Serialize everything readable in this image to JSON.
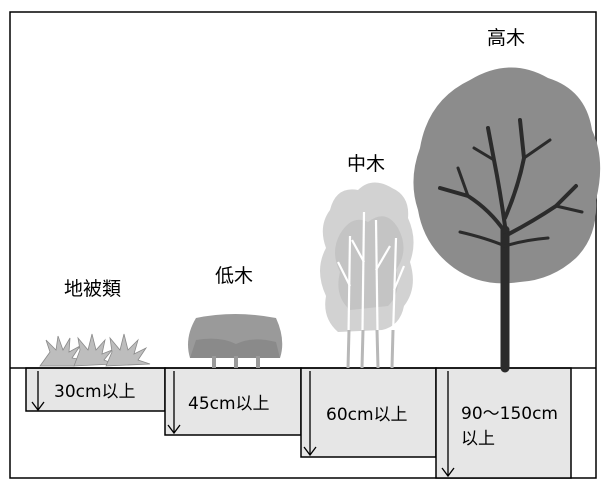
{
  "plants": [
    {
      "label": "地被類",
      "depth": "30cm以上"
    },
    {
      "label": "低木",
      "depth": "45cm以上"
    },
    {
      "label": "中木",
      "depth": "60cm以上"
    },
    {
      "label": "高木",
      "depth_line1": "90～150cm",
      "depth_line2": "以上"
    }
  ],
  "colors": {
    "ground_box": "#e6e6e6",
    "tall_tree_canopy": "#8c8c8c",
    "tall_tree_trunk": "#2b2b2b",
    "mid_tree": "#c8c8c8",
    "shrub": "#9a9a9a",
    "ground_cover": "#bdbdbd"
  }
}
